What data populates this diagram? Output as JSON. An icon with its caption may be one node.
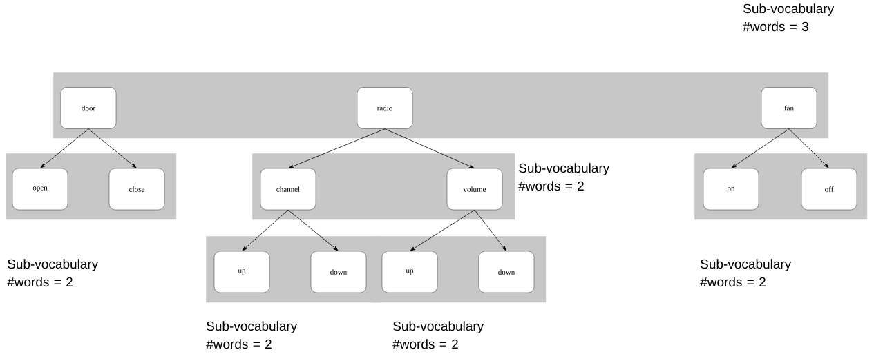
{
  "diagram": {
    "nodes": [
      {
        "text": [
          "Sub-vocabulary #words = 3"
        ]
      },
      {
        "text": [
          "door"
        ],
        "in": 0
      },
      {
        "text": [
          "radio"
        ],
        "in": 0
      },
      {
        "text": [
          "fan"
        ],
        "in": 0
      },
      {
        "text": [
          "Sub-vocabulary #words = 2"
        ]
      },
      {
        "text": [
          "open"
        ],
        "in": 4
      },
      {
        "text": [
          "close"
        ],
        "in": 4
      },
      {
        "text": [
          "Sub-vocabulary #words = 2"
        ]
      },
      {
        "text": [
          "channel"
        ],
        "in": 7
      },
      {
        "text": [
          "volume"
        ],
        "in": 7
      },
      {
        "text": [
          "Sub-vocabulary #words = 2"
        ]
      },
      {
        "text": [
          "up"
        ],
        "in": 10
      },
      {
        "text": [
          "down"
        ],
        "in": 10
      },
      {
        "text": [
          "Sub-vocabulary #words = 2"
        ]
      },
      {
        "text": [
          "up"
        ],
        "in": 13
      },
      {
        "text": [
          "down"
        ],
        "in": 13
      },
      {
        "text": [
          "Sub-vocabulary #words = 2"
        ]
      },
      {
        "text": [
          "on"
        ],
        "in": 16
      },
      {
        "text": [
          "off"
        ],
        "in": 16
      }
    ],
    "edges": [
      {
        "from": 1,
        "to": 5,
        "arrow": "to"
      },
      {
        "from": 1,
        "to": 6,
        "arrow": "to"
      },
      {
        "from": 2,
        "to": 8,
        "arrow": "to"
      },
      {
        "from": 2,
        "to": 9,
        "arrow": "to"
      },
      {
        "from": 8,
        "to": 11,
        "arrow": "to"
      },
      {
        "from": 8,
        "to": 12,
        "arrow": "to"
      },
      {
        "from": 9,
        "to": 14,
        "arrow": "to"
      },
      {
        "from": 9,
        "to": 15,
        "arrow": "to"
      },
      {
        "from": 3,
        "to": 17,
        "arrow": "to"
      },
      {
        "from": 3,
        "to": 18,
        "arrow": "to"
      }
    ]
  }
}
